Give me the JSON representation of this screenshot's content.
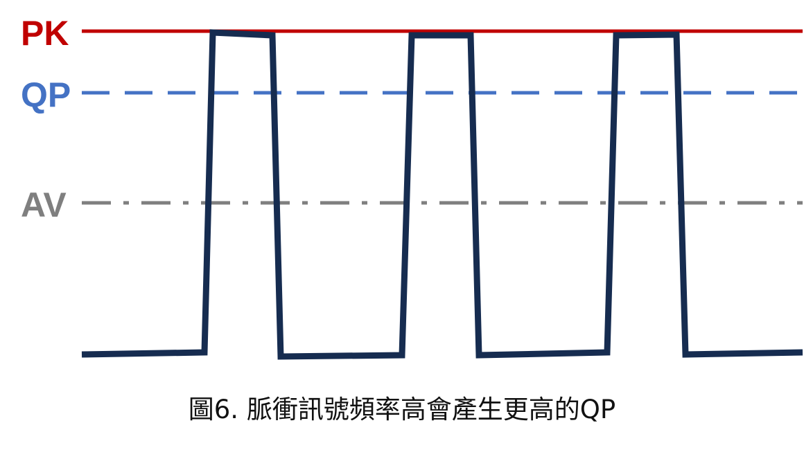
{
  "levels": {
    "pk": {
      "label": "PK",
      "color": "#C00000",
      "style": "solid"
    },
    "qp": {
      "label": "QP",
      "color": "#4472C4",
      "style": "dashed"
    },
    "av": {
      "label": "AV",
      "color": "#7F7F7F",
      "style": "dash-dot"
    }
  },
  "signal": {
    "color": "#162C50",
    "shape": "pulse-train",
    "pulse_count": 3
  },
  "caption": "圖6. 脈衝訊號頻率高會產生更高的QP"
}
